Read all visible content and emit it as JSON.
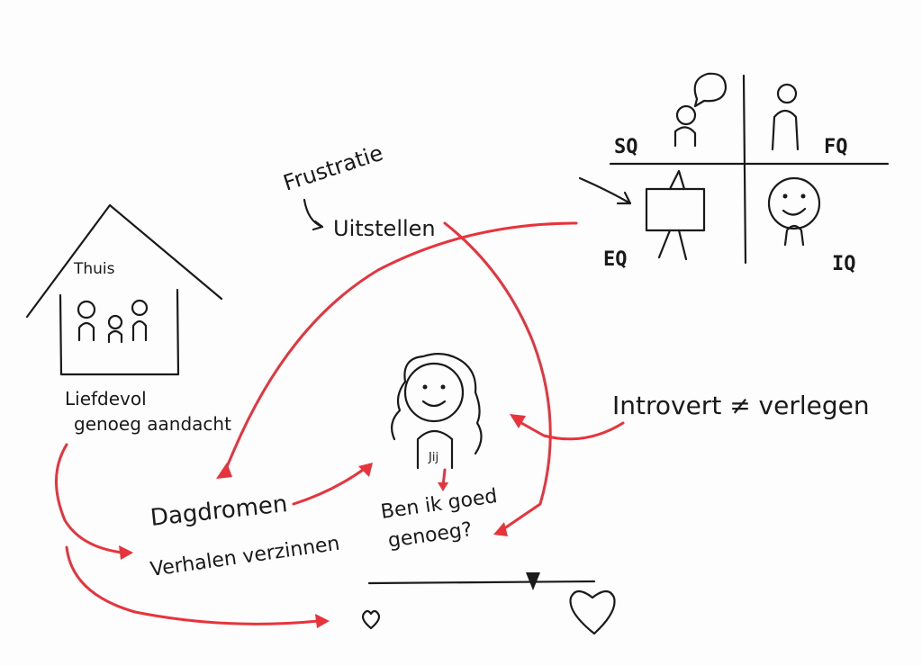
{
  "colors": {
    "ink": "#1a1a1a",
    "accent": "#e8333d",
    "paper": "#fdfdfd"
  },
  "labels": {
    "frustratie": "Frustratie",
    "uitstellen": "Uitstellen",
    "thuis": "Thuis",
    "liefdevol": "Liefdevol",
    "genoeg_aandacht": "genoeg aandacht",
    "dagdromen": "Dagdromen",
    "verhalen": "Verhalen verzinnen",
    "jij": "Jij",
    "ben_ik": "Ben ik goed",
    "genoeg": "genoeg?",
    "introvert": "Introvert ≠ verlegen",
    "sq": "SQ",
    "fq": "FQ",
    "eq": "EQ",
    "iq": "IQ"
  },
  "icons": [
    "house-icon",
    "family-icon",
    "girl-face-icon",
    "speech-bubble-icon",
    "easel-icon",
    "smiley-icon",
    "heart-icon",
    "scale-indicator-icon"
  ]
}
